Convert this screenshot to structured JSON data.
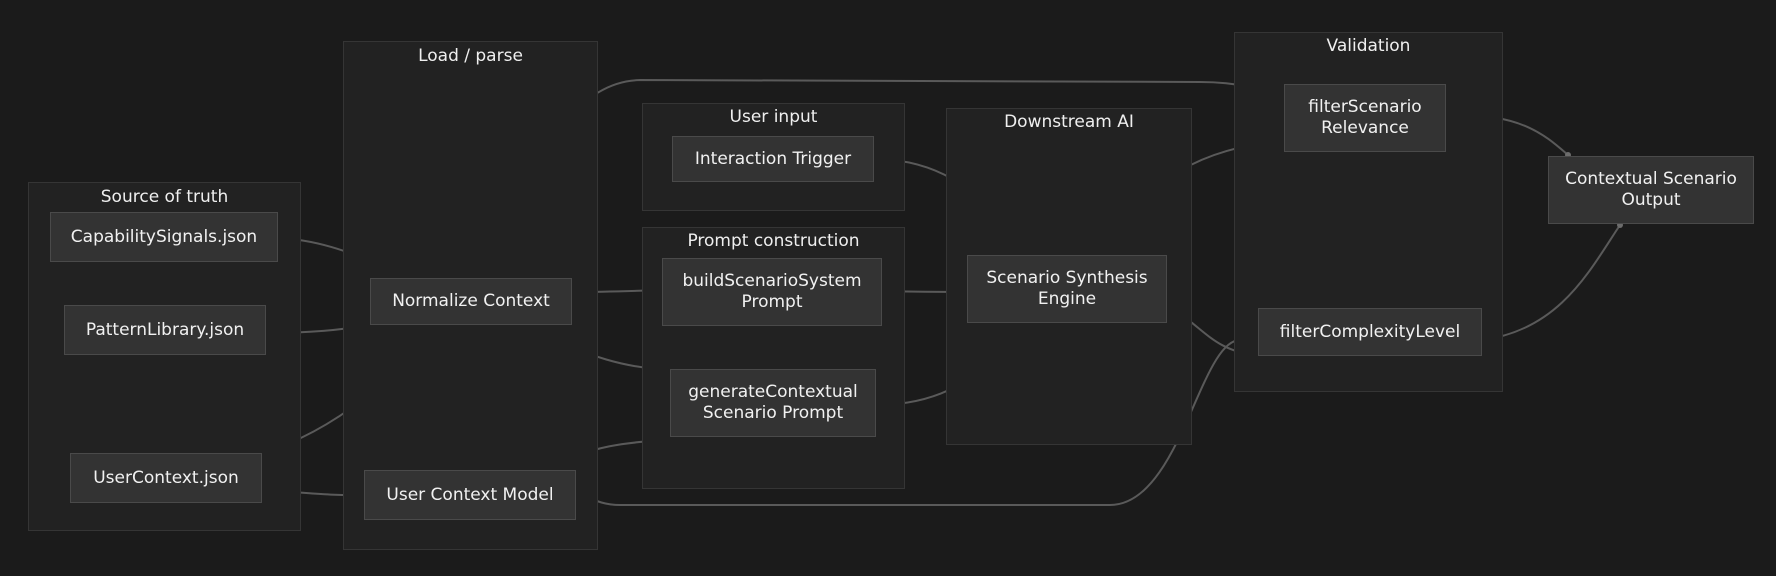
{
  "clusters": {
    "source": "Source of truth",
    "load": "Load / parse",
    "user_input": "User input",
    "prompt": "Prompt construction",
    "downstream": "Downstream AI",
    "validation": "Validation"
  },
  "nodes": {
    "capability_signals": "CapabilitySignals.json",
    "pattern_library": "PatternLibrary.json",
    "user_context_json": "UserContext.json",
    "normalize_context": "Normalize Context",
    "user_context_model": "User Context Model",
    "interaction_trigger": "Interaction Trigger",
    "build_prompt": [
      "buildScenarioSystem",
      "Prompt"
    ],
    "generate_prompt": [
      "generateContextual",
      "Scenario Prompt"
    ],
    "synthesis_engine": [
      "Scenario Synthesis",
      "Engine"
    ],
    "filter_relevance": [
      "filterScenario",
      "Relevance"
    ],
    "filter_complexity": "filterComplexityLevel",
    "output": [
      "Contextual Scenario",
      "Output"
    ]
  },
  "colors": {
    "background": "#1b1b1b",
    "cluster_fill": "#222222",
    "node_fill": "#333333",
    "edge": "#5a5a5a",
    "text": "#ececec"
  }
}
